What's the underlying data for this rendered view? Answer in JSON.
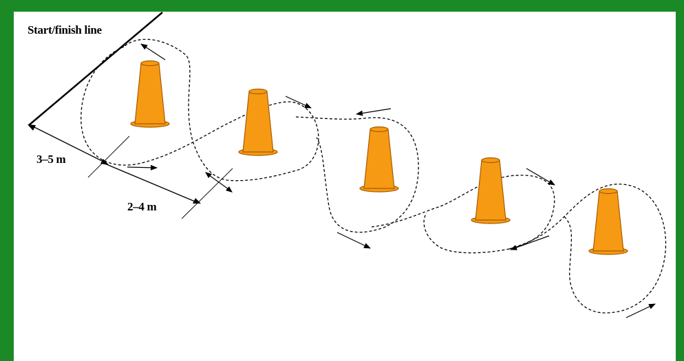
{
  "diagram": {
    "start_finish_label": "Start/finish line",
    "distance_first_label": "3–5 m",
    "distance_between_label": "2–4 m",
    "cone_count": 5,
    "colors": {
      "frame": "#1b8a26",
      "background": "#ffffff",
      "cone_fill": "#f59a12",
      "cone_stroke": "#a85a00",
      "lines": "#000000"
    }
  }
}
